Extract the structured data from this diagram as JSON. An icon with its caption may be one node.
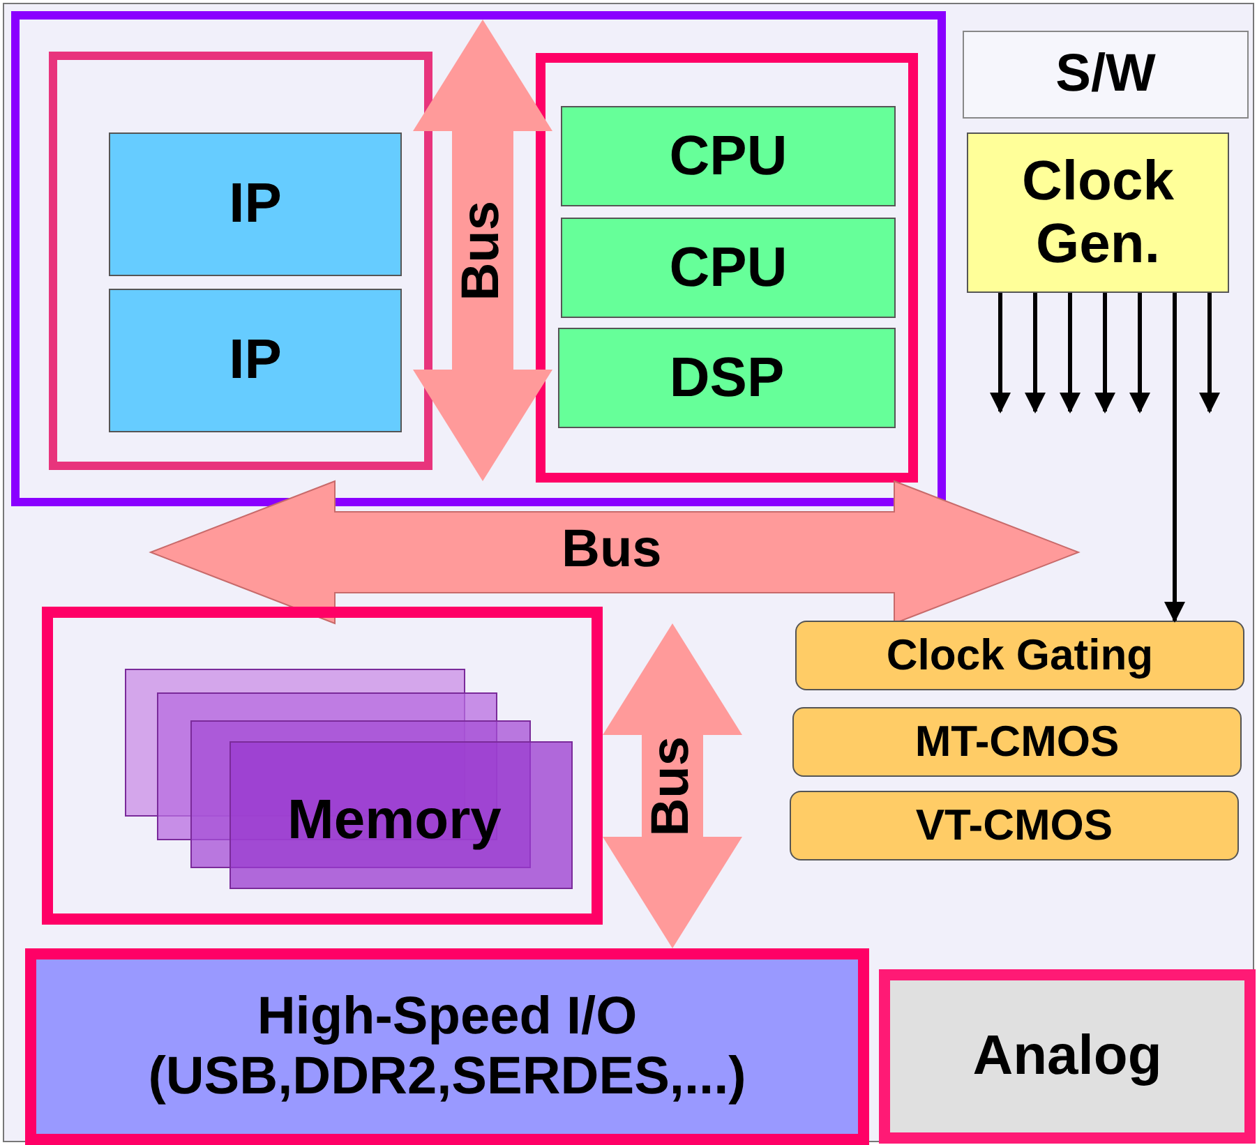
{
  "diagram": {
    "nodes": [
      {
        "text": [],
        "shape": "box"
      },
      {
        "text": [],
        "shape": "box",
        "in": 0
      },
      {
        "text": [
          "IP"
        ],
        "in": 1
      },
      {
        "text": [
          "IP"
        ],
        "in": 1
      },
      {
        "text": [],
        "shape": "box",
        "in": 0
      },
      {
        "text": [
          "CPU"
        ],
        "in": 4
      },
      {
        "text": [
          "CPU"
        ],
        "in": 4
      },
      {
        "text": [
          "DSP"
        ],
        "in": 4
      },
      {
        "text": [
          "S/W"
        ]
      },
      {
        "text": [
          "Clock Gen."
        ]
      },
      {
        "text": [
          "Bus"
        ]
      },
      {
        "text": [
          "Clock Gating"
        ]
      },
      {
        "text": [
          "MT-CMOS"
        ]
      },
      {
        "text": [
          "VT-CMOS"
        ]
      },
      {
        "text": [],
        "shape": "box"
      },
      {
        "text": [
          "Memory"
        ],
        "in": 14
      },
      {
        "text": [
          "High-Speed I/O (USB,DDR2,SERDES,...)"
        ]
      },
      {
        "text": [
          "Analog"
        ]
      }
    ],
    "edges": [
      {
        "from": 0,
        "to": 10,
        "arrow": "both",
        "label": "Bus",
        "style": "thick",
        "color": "#ff9a9a"
      },
      {
        "from": 9,
        "to": null,
        "arrow": "to"
      },
      {
        "from": 9,
        "to": null,
        "arrow": "to"
      },
      {
        "from": 9,
        "to": null,
        "arrow": "to"
      },
      {
        "from": 9,
        "to": null,
        "arrow": "to"
      },
      {
        "from": 9,
        "to": null,
        "arrow": "to"
      },
      {
        "from": 9,
        "to": 11,
        "arrow": "to"
      },
      {
        "from": 9,
        "to": null,
        "arrow": "to"
      },
      {
        "from": 10,
        "to": 16,
        "arrow": "both",
        "label": "Bus",
        "style": "thick",
        "color": "#ff9a9a"
      }
    ]
  }
}
